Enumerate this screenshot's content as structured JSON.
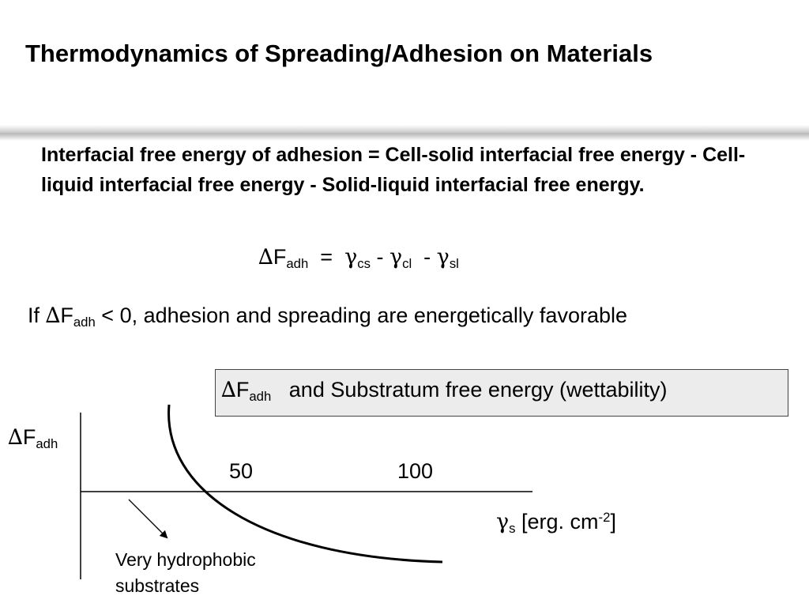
{
  "slide": {
    "title": "Thermodynamics of Spreading/Adhesion on Materials",
    "definition": "Interfacial free energy of adhesion =  Cell-solid interfacial free energy -  Cell-liquid interfacial free energy  -  Solid-liquid interfacial free energy.",
    "equation": {
      "delta": "∆",
      "lhs": "F",
      "lhs_sub": "adh",
      "eq": "  =  ",
      "g1": "γ",
      "g1_sub": "cs",
      "minus1": " - ",
      "g2": "γ",
      "g2_sub": "cl",
      "minus2": "  - ",
      "g3": "γ",
      "g3_sub": "sl"
    },
    "condition": {
      "prefix": "If ",
      "delta": "∆",
      "f": "F",
      "sub": "adh",
      "suffix": " < 0, adhesion and spreading are energetically favorable"
    },
    "box": {
      "delta": "∆",
      "f": "F",
      "sub": "adh",
      "text": "   and Substratum free energy (wettability)"
    }
  },
  "graph": {
    "y_label": {
      "delta": "∆",
      "f": "F",
      "sub": "adh"
    },
    "x_label": {
      "gamma": "γ",
      "sub": "s",
      "text": " [erg. cm",
      "sup": "-2",
      "close": "]"
    },
    "ticks": [
      "50",
      "100"
    ],
    "annotation": [
      "Very hydrophobic",
      "substrates"
    ]
  }
}
